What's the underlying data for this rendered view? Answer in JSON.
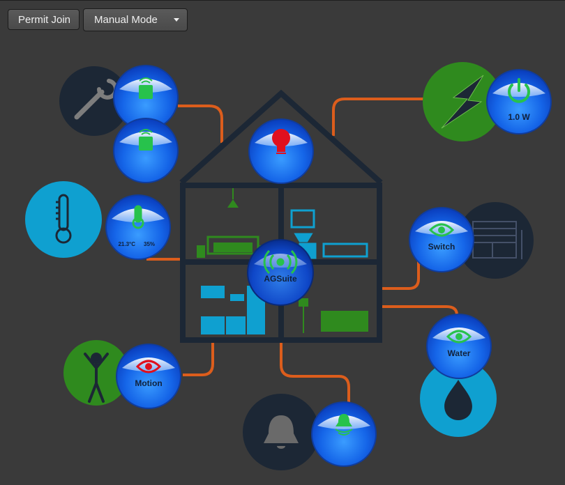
{
  "toolbar": {
    "permit_join_label": "Permit Join",
    "mode_select_value": "Manual Mode"
  },
  "hub": {
    "label": "AGSuite"
  },
  "devices": {
    "power_meter": {
      "value": "1.0 W"
    },
    "climate_sensor": {
      "temperature": "21.3°C",
      "humidity": "35%"
    },
    "switch_sensor": {
      "label": "Switch"
    },
    "water_sensor": {
      "label": "Water"
    },
    "motion_sensor": {
      "label": "Motion"
    }
  },
  "colors": {
    "background": "#3a3a3a",
    "connector": "#e0611e",
    "house_outline": "#1c2735",
    "device_blue": "#1e6fe6",
    "icon_green": "#27c24c",
    "alert_red": "#e0101e",
    "power_bg": "#2f8a1e",
    "thermo_bg": "#0fa0d0"
  },
  "icons": [
    "wrench-icon",
    "remote-icon",
    "bulb-icon",
    "lightning-icon",
    "power-icon",
    "thermometer-icon",
    "garage-door-icon",
    "eye-icon",
    "water-drop-icon",
    "person-icon",
    "bell-icon",
    "siren-icon",
    "wifi-hub-icon"
  ]
}
